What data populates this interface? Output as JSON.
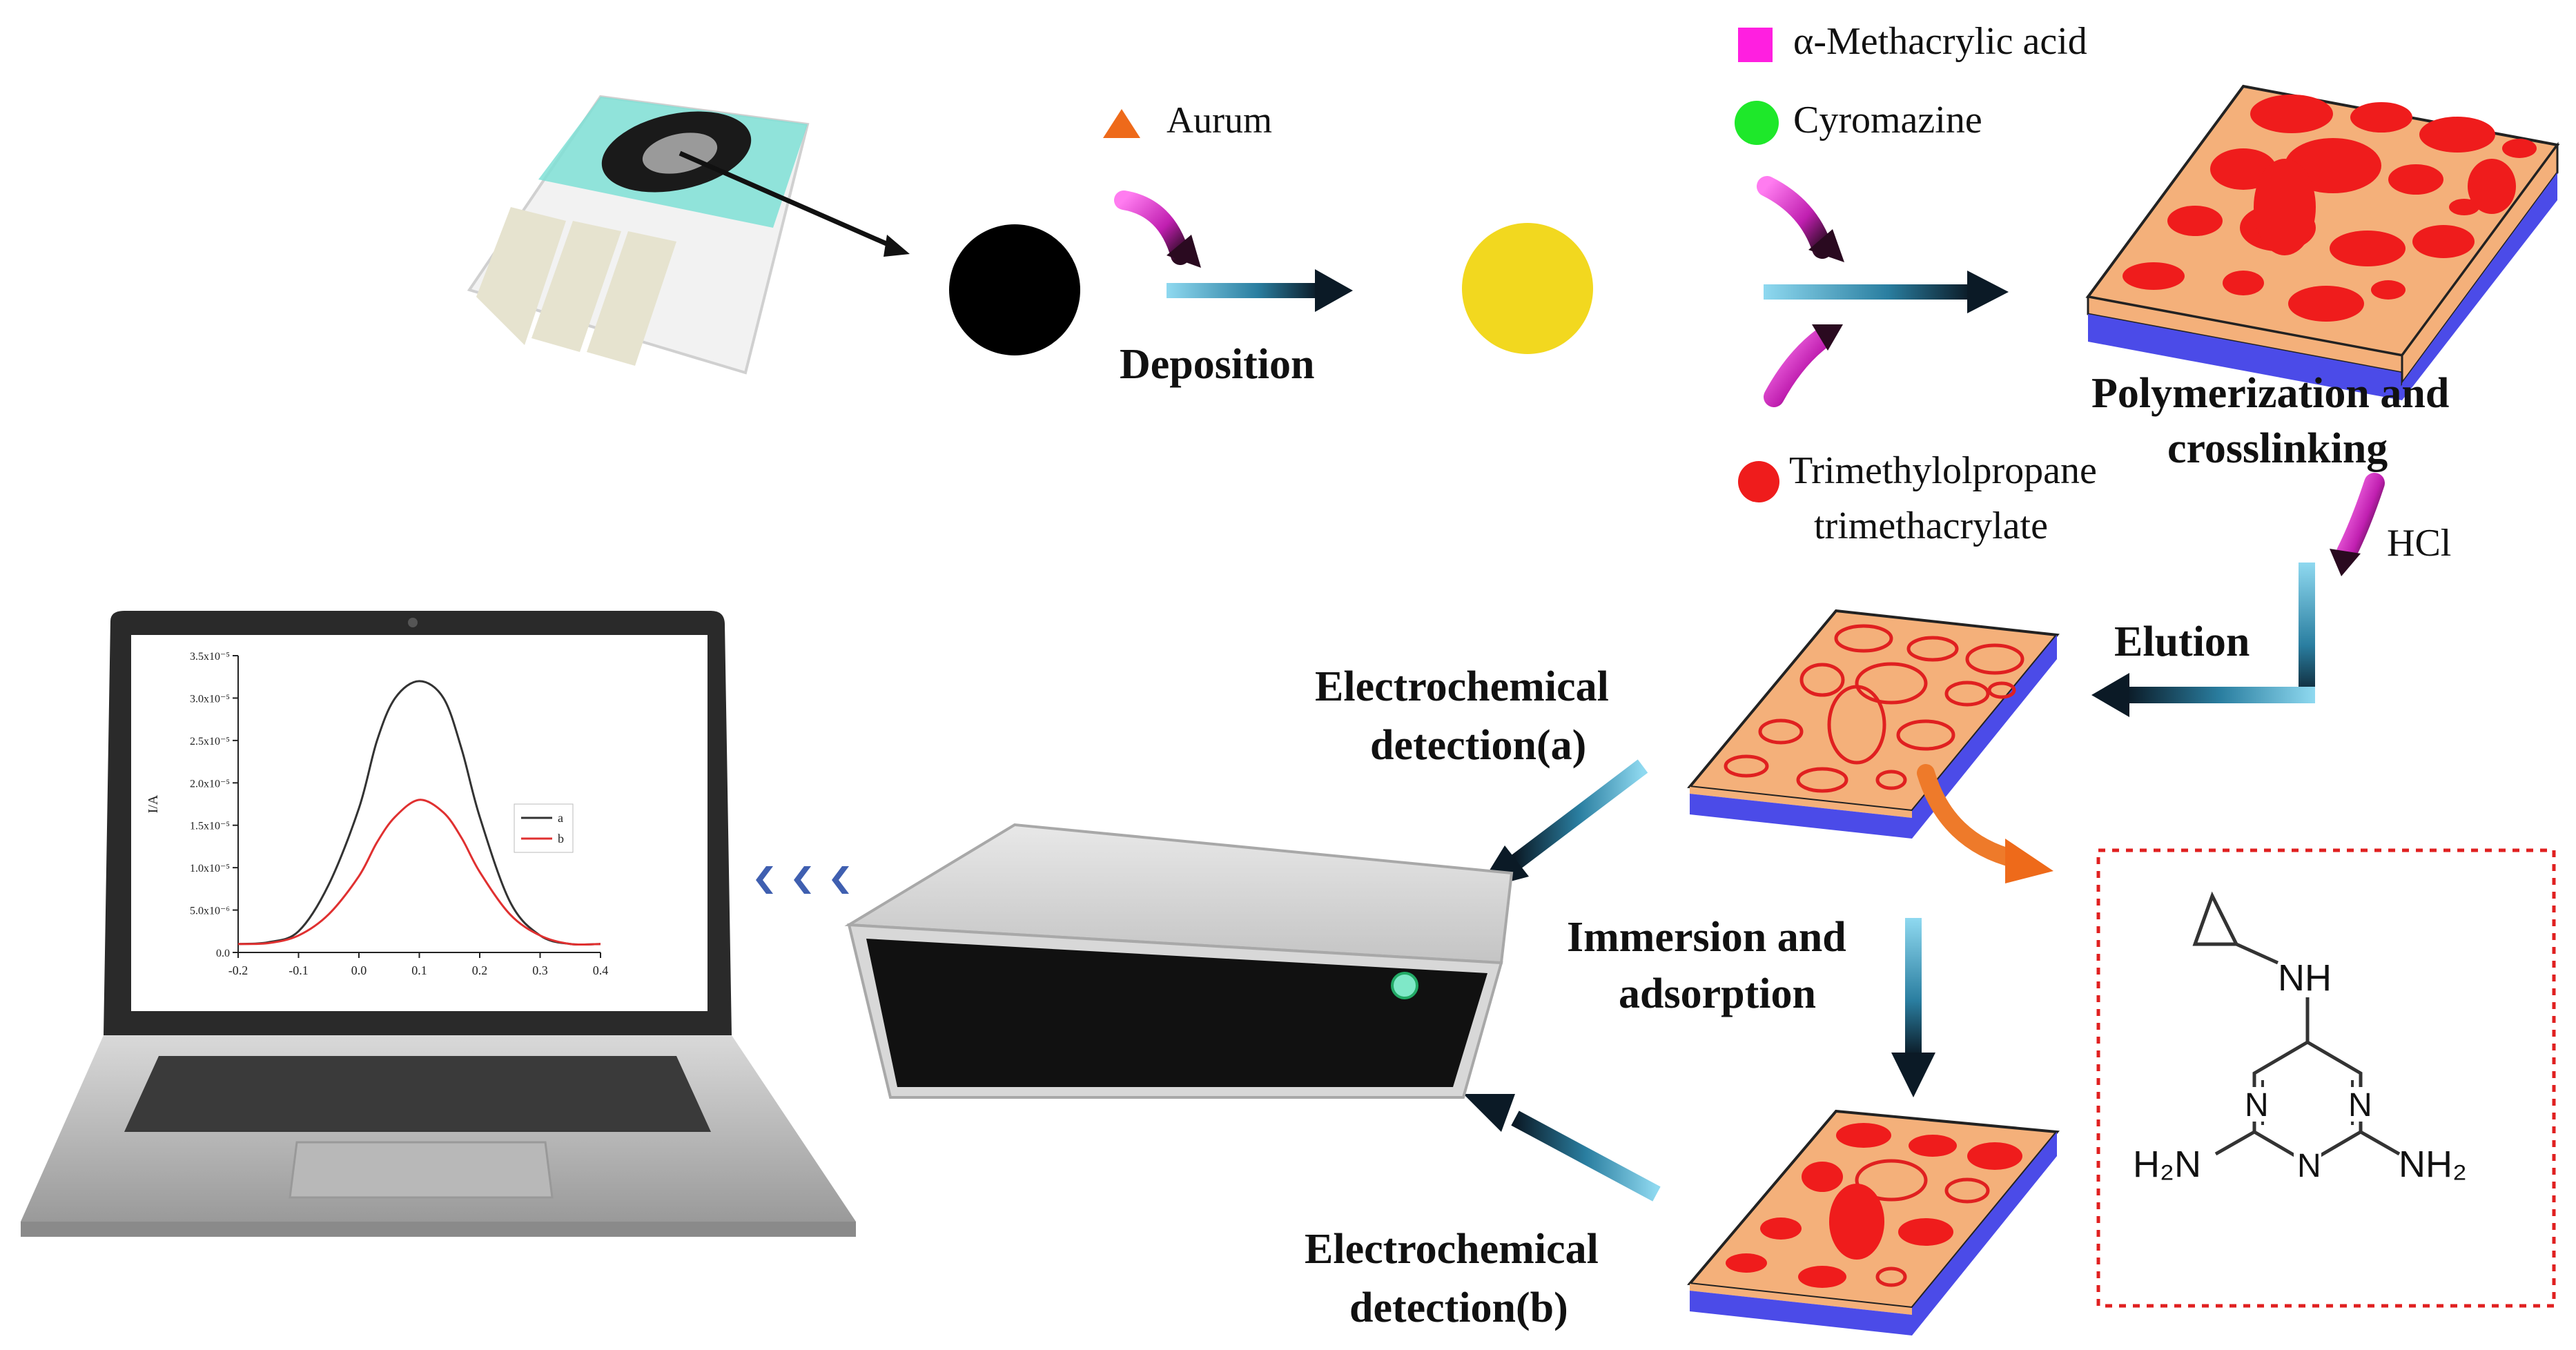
{
  "reagents": {
    "aurum": "Aurum",
    "methacrylic": "α-Methacrylic acid",
    "cyromazine": "Cyromazine",
    "trimethylol_1": "Trimethylolpropane",
    "trimethylol_2": "trimethacrylate"
  },
  "steps": {
    "deposition": "Deposition",
    "polymerization_1": "Polymerization and",
    "polymerization_2": "crosslinking",
    "hcl": "HCl",
    "elution": "Elution",
    "detection_a_1": "Electrochemical",
    "detection_a_2": "detection(a)",
    "immersion_1": "Immersion and",
    "immersion_2": "adsorption",
    "detection_b_1": "Electrochemical",
    "detection_b_2": "detection(b)"
  },
  "molecule": {
    "nh": "NH",
    "n": "N",
    "h2n": "H₂N",
    "nh2": "NH₂"
  },
  "chart_data": {
    "type": "line",
    "x": [
      -0.2,
      -0.15,
      -0.1,
      -0.05,
      0.0,
      0.03,
      0.06,
      0.1,
      0.14,
      0.17,
      0.2,
      0.25,
      0.3,
      0.35,
      0.4
    ],
    "series": [
      {
        "name": "a",
        "values": [
          1e-06,
          1.2e-06,
          2.5e-06,
          8e-06,
          1.7e-05,
          2.5e-05,
          3e-05,
          3.2e-05,
          3e-05,
          2.4e-05,
          1.6e-05,
          6e-06,
          2e-06,
          1e-06,
          1e-06
        ]
      },
      {
        "name": "b",
        "values": [
          1e-06,
          1.1e-06,
          2e-06,
          4.5e-06,
          9e-06,
          1.3e-05,
          1.6e-05,
          1.8e-05,
          1.65e-05,
          1.35e-05,
          9.5e-06,
          4.5e-06,
          2e-06,
          1e-06,
          1e-06
        ]
      }
    ],
    "ylabel": "I/A",
    "xlim": [
      -0.2,
      0.4
    ],
    "ylim": [
      0,
      3.5e-05
    ],
    "xticks": [
      "-0.2",
      "-0.1",
      "0.0",
      "0.1",
      "0.2",
      "0.3",
      "0.4"
    ],
    "yticks": [
      "0.0",
      "5.0x10⁻⁶",
      "1.0x10⁻⁵",
      "1.5x10⁻⁵",
      "2.0x10⁻⁵",
      "2.5x10⁻⁵",
      "3.0x10⁻⁵",
      "3.5x10⁻⁵"
    ],
    "legend": "right",
    "colors": {
      "a": "#333333",
      "b": "#e03030"
    }
  },
  "colors": {
    "gold": "#f2d81f",
    "polymer": "#f4b07a",
    "substrate": "#4b4be8",
    "template": "#ef1c1c",
    "aurum": "#ee6a1a",
    "methacrylic": "#ff1fe0",
    "cyromazine": "#1ee82a",
    "outline": "#e02020"
  }
}
